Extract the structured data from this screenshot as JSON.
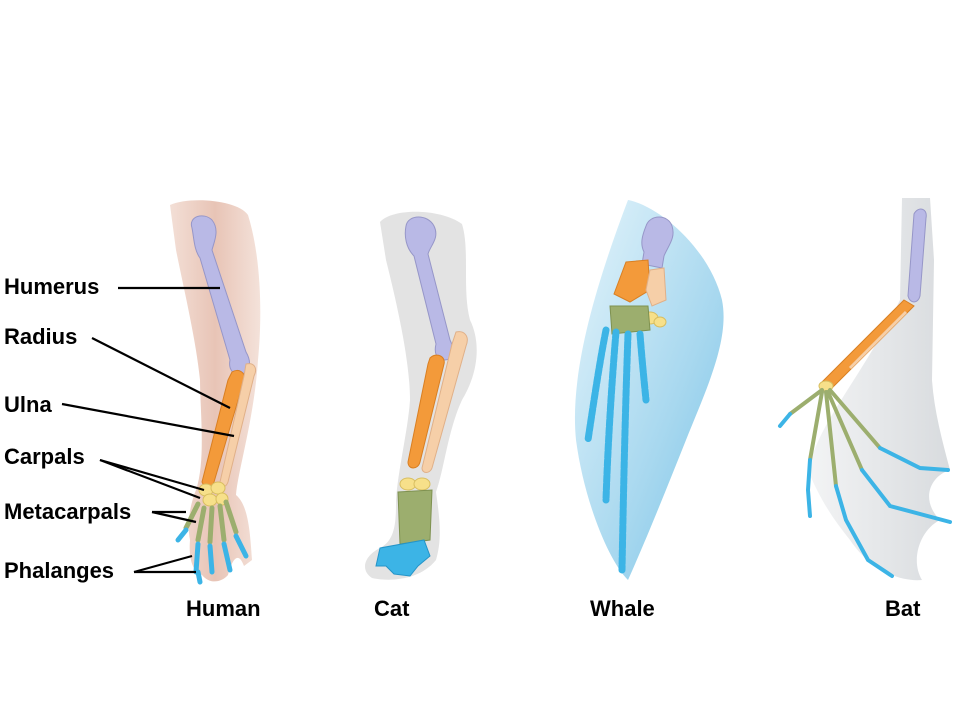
{
  "labels": {
    "humerus": "Humerus",
    "radius": "Radius",
    "ulna": "Ulna",
    "carpals": "Carpals",
    "metacarpals": "Metacarpals",
    "phalanges": "Phalanges"
  },
  "captions": {
    "human": "Human",
    "cat": "Cat",
    "whale": "Whale",
    "bat": "Bat"
  },
  "colors": {
    "humerus": "#b9b9e6",
    "radius": "#f39a3a",
    "ulna": "#f6cfa8",
    "carpals": "#f7e08a",
    "metacarpals": "#9cae6e",
    "phalanges": "#3cb4e6",
    "human_skin": "#edd2c4",
    "cat_fur": "#e3e3e3",
    "whale_body": "#aedbf0",
    "bat_wing": "#e6e8ea"
  }
}
